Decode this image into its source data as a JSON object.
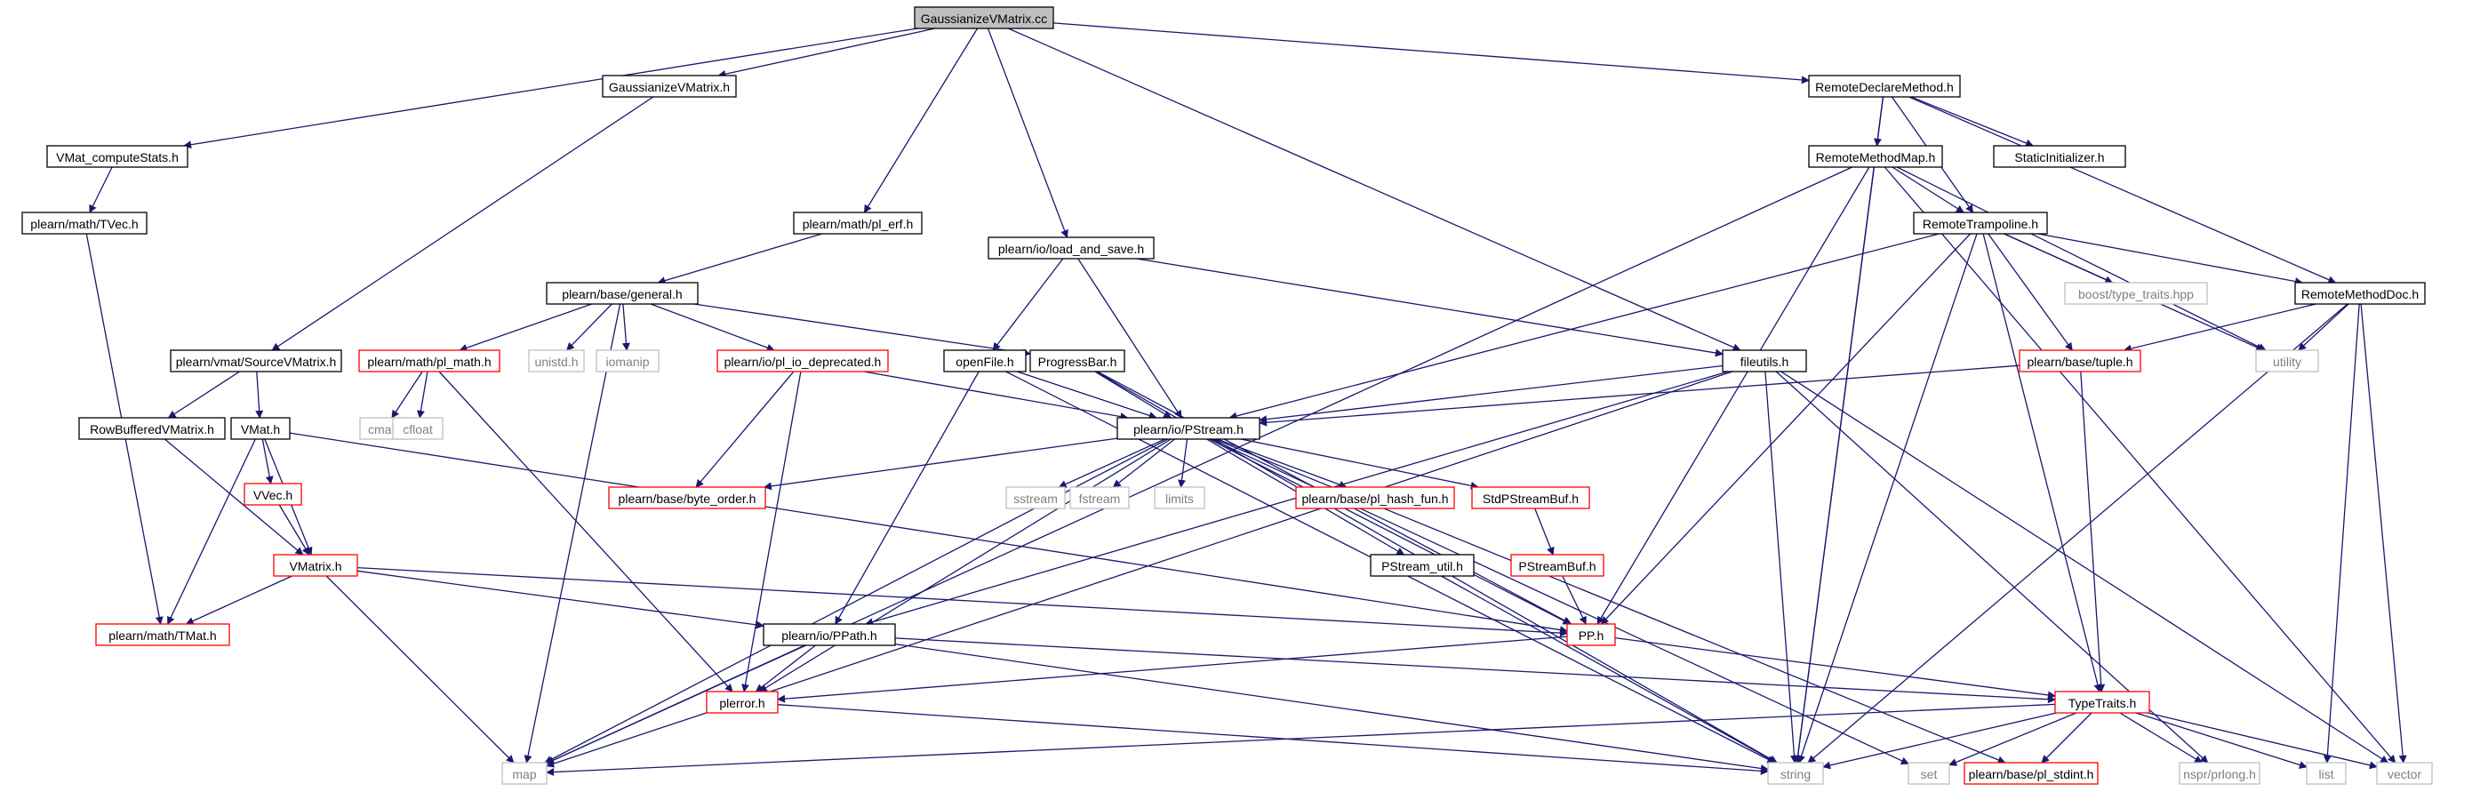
{
  "title": "GaussianizeVMatrix.cc",
  "colors": {
    "edge": "#191970",
    "root_fill": "#bfbfbf",
    "normal_border": "#000000",
    "missing_border": "#ff0000",
    "external_border": "#bfbfbf",
    "external_text": "#7f7f7f"
  },
  "nodes": [
    {
      "id": "n_root",
      "label": "GaussianizeVMatrix.cc",
      "kind": "root"
    },
    {
      "id": "n_gvm_h",
      "label": "GaussianizeVMatrix.h",
      "kind": "normal"
    },
    {
      "id": "n_rdm",
      "label": "RemoteDeclareMethod.h",
      "kind": "normal"
    },
    {
      "id": "n_vmcs",
      "label": "VMat_computeStats.h",
      "kind": "normal"
    },
    {
      "id": "n_tvec",
      "label": "plearn/math/TVec.h",
      "kind": "normal"
    },
    {
      "id": "n_plerf",
      "label": "plearn/math/pl_erf.h",
      "kind": "normal"
    },
    {
      "id": "n_general",
      "label": "plearn/base/general.h",
      "kind": "normal"
    },
    {
      "id": "n_loadsave",
      "label": "plearn/io/load_and_save.h",
      "kind": "normal"
    },
    {
      "id": "n_rmm",
      "label": "RemoteMethodMap.h",
      "kind": "normal"
    },
    {
      "id": "n_si",
      "label": "StaticInitializer.h",
      "kind": "normal"
    },
    {
      "id": "n_rt",
      "label": "RemoteTrampoline.h",
      "kind": "normal"
    },
    {
      "id": "n_boost",
      "label": "boost/type_traits.hpp",
      "kind": "ext"
    },
    {
      "id": "n_rmd",
      "label": "RemoteMethodDoc.h",
      "kind": "normal"
    },
    {
      "id": "n_svm",
      "label": "plearn/vmat/SourceVMatrix.h",
      "kind": "normal"
    },
    {
      "id": "n_plmath",
      "label": "plearn/math/pl_math.h",
      "kind": "missing"
    },
    {
      "id": "n_unistd",
      "label": "unistd.h",
      "kind": "ext"
    },
    {
      "id": "n_iomanip",
      "label": "iomanip",
      "kind": "ext"
    },
    {
      "id": "n_pliodep",
      "label": "plearn/io/pl_io_deprecated.h",
      "kind": "missing"
    },
    {
      "id": "n_progress",
      "label": "ProgressBar.h",
      "kind": "normal"
    },
    {
      "id": "n_openfile",
      "label": "openFile.h",
      "kind": "normal"
    },
    {
      "id": "n_fileutils",
      "label": "fileutils.h",
      "kind": "normal"
    },
    {
      "id": "n_tuple",
      "label": "plearn/base/tuple.h",
      "kind": "missing"
    },
    {
      "id": "n_utility",
      "label": "utility",
      "kind": "ext"
    },
    {
      "id": "n_rbvm",
      "label": "RowBufferedVMatrix.h",
      "kind": "normal"
    },
    {
      "id": "n_vmat",
      "label": "VMat.h",
      "kind": "normal"
    },
    {
      "id": "n_cmath",
      "label": "cmath",
      "kind": "ext"
    },
    {
      "id": "n_cfloat",
      "label": "cfloat",
      "kind": "ext"
    },
    {
      "id": "n_pstream",
      "label": "plearn/io/PStream.h",
      "kind": "normal"
    },
    {
      "id": "n_vvec",
      "label": "VVec.h",
      "kind": "missing"
    },
    {
      "id": "n_byteorder",
      "label": "plearn/base/byte_order.h",
      "kind": "missing"
    },
    {
      "id": "n_sstream",
      "label": "sstream",
      "kind": "ext"
    },
    {
      "id": "n_fstream",
      "label": "fstream",
      "kind": "ext"
    },
    {
      "id": "n_limits",
      "label": "limits",
      "kind": "ext"
    },
    {
      "id": "n_hashfun",
      "label": "plearn/base/pl_hash_fun.h",
      "kind": "missing"
    },
    {
      "id": "n_stdpsb",
      "label": "StdPStreamBuf.h",
      "kind": "missing"
    },
    {
      "id": "n_psutil",
      "label": "PStream_util.h",
      "kind": "normal"
    },
    {
      "id": "n_psb",
      "label": "PStreamBuf.h",
      "kind": "missing"
    },
    {
      "id": "n_vmatrix",
      "label": "VMatrix.h",
      "kind": "missing"
    },
    {
      "id": "n_tmat",
      "label": "plearn/math/TMat.h",
      "kind": "missing"
    },
    {
      "id": "n_ppath",
      "label": "plearn/io/PPath.h",
      "kind": "normal"
    },
    {
      "id": "n_pp",
      "label": "PP.h",
      "kind": "missing"
    },
    {
      "id": "n_plerror",
      "label": "plerror.h",
      "kind": "missing"
    },
    {
      "id": "n_typetraits",
      "label": "TypeTraits.h",
      "kind": "missing"
    },
    {
      "id": "n_map",
      "label": "map",
      "kind": "ext"
    },
    {
      "id": "n_string",
      "label": "string",
      "kind": "ext"
    },
    {
      "id": "n_set",
      "label": "set",
      "kind": "ext"
    },
    {
      "id": "n_stdint",
      "label": "plearn/base/pl_stdint.h",
      "kind": "missing"
    },
    {
      "id": "n_prlong",
      "label": "nspr/prlong.h",
      "kind": "ext"
    },
    {
      "id": "n_list",
      "label": "list",
      "kind": "ext"
    },
    {
      "id": "n_vector",
      "label": "vector",
      "kind": "ext"
    }
  ],
  "edges": [
    [
      "n_root",
      "n_gvm_h"
    ],
    [
      "n_root",
      "n_rdm"
    ],
    [
      "n_root",
      "n_vmcs"
    ],
    [
      "n_root",
      "n_plerf"
    ],
    [
      "n_root",
      "n_loadsave"
    ],
    [
      "n_root",
      "n_fileutils"
    ],
    [
      "n_gvm_h",
      "n_svm"
    ],
    [
      "n_vmcs",
      "n_tvec"
    ],
    [
      "n_tvec",
      "n_tmat"
    ],
    [
      "n_plerf",
      "n_general"
    ],
    [
      "n_general",
      "n_map"
    ],
    [
      "n_general",
      "n_plmath"
    ],
    [
      "n_general",
      "n_unistd"
    ],
    [
      "n_general",
      "n_iomanip"
    ],
    [
      "n_general",
      "n_pliodep"
    ],
    [
      "n_general",
      "n_progress"
    ],
    [
      "n_loadsave",
      "n_openfile"
    ],
    [
      "n_loadsave",
      "n_pstream"
    ],
    [
      "n_loadsave",
      "n_fileutils"
    ],
    [
      "n_rdm",
      "n_rmm"
    ],
    [
      "n_rdm",
      "n_si"
    ],
    [
      "n_rdm",
      "n_rt"
    ],
    [
      "n_rdm",
      "n_rmd"
    ],
    [
      "n_rdm",
      "n_string"
    ],
    [
      "n_rmm",
      "n_map"
    ],
    [
      "n_rmm",
      "n_rt"
    ],
    [
      "n_rmm",
      "n_pp"
    ],
    [
      "n_rmm",
      "n_string"
    ],
    [
      "n_rmm",
      "n_utility"
    ],
    [
      "n_rmm",
      "n_vector"
    ],
    [
      "n_rt",
      "n_boost"
    ],
    [
      "n_rt",
      "n_rmd"
    ],
    [
      "n_rt",
      "n_tuple"
    ],
    [
      "n_rt",
      "n_pstream"
    ],
    [
      "n_rt",
      "n_pp"
    ],
    [
      "n_rt",
      "n_string"
    ],
    [
      "n_rt",
      "n_typetraits"
    ],
    [
      "n_rt",
      "n_utility"
    ],
    [
      "n_rmd",
      "n_tuple"
    ],
    [
      "n_rmd",
      "n_utility"
    ],
    [
      "n_rmd",
      "n_string"
    ],
    [
      "n_rmd",
      "n_list"
    ],
    [
      "n_rmd",
      "n_vector"
    ],
    [
      "n_svm",
      "n_rbvm"
    ],
    [
      "n_svm",
      "n_vmat"
    ],
    [
      "n_rbvm",
      "n_vmatrix"
    ],
    [
      "n_vmat",
      "n_vvec"
    ],
    [
      "n_vmat",
      "n_vmatrix"
    ],
    [
      "n_vmat",
      "n_tmat"
    ],
    [
      "n_vmat",
      "n_pp"
    ],
    [
      "n_vvec",
      "n_vmatrix"
    ],
    [
      "n_plmath",
      "n_cmath"
    ],
    [
      "n_plmath",
      "n_cfloat"
    ],
    [
      "n_plmath",
      "n_plerror"
    ],
    [
      "n_pliodep",
      "n_pstream"
    ],
    [
      "n_pliodep",
      "n_byteorder"
    ],
    [
      "n_pliodep",
      "n_plerror"
    ],
    [
      "n_progress",
      "n_pstream"
    ],
    [
      "n_progress",
      "n_pp"
    ],
    [
      "n_progress",
      "n_string"
    ],
    [
      "n_openfile",
      "n_pstream"
    ],
    [
      "n_openfile",
      "n_ppath"
    ],
    [
      "n_openfile",
      "n_string"
    ],
    [
      "n_fileutils",
      "n_pstream"
    ],
    [
      "n_fileutils",
      "n_ppath"
    ],
    [
      "n_fileutils",
      "n_string"
    ],
    [
      "n_fileutils",
      "n_map"
    ],
    [
      "n_fileutils",
      "n_vector"
    ],
    [
      "n_fileutils",
      "n_prlong"
    ],
    [
      "n_tuple",
      "n_pstream"
    ],
    [
      "n_tuple",
      "n_typetraits"
    ],
    [
      "n_pstream",
      "n_byteorder"
    ],
    [
      "n_pstream",
      "n_sstream"
    ],
    [
      "n_pstream",
      "n_fstream"
    ],
    [
      "n_pstream",
      "n_limits"
    ],
    [
      "n_pstream",
      "n_hashfun"
    ],
    [
      "n_pstream",
      "n_stdpsb"
    ],
    [
      "n_pstream",
      "n_psutil"
    ],
    [
      "n_pstream",
      "n_pp"
    ],
    [
      "n_pstream",
      "n_map"
    ],
    [
      "n_pstream",
      "n_plerror"
    ],
    [
      "n_pstream",
      "n_set"
    ],
    [
      "n_pstream",
      "n_stdint"
    ],
    [
      "n_stdpsb",
      "n_psb"
    ],
    [
      "n_psb",
      "n_pp"
    ],
    [
      "n_psutil",
      "n_string"
    ],
    [
      "n_vmatrix",
      "n_tmat"
    ],
    [
      "n_vmatrix",
      "n_ppath"
    ],
    [
      "n_vmatrix",
      "n_pp"
    ],
    [
      "n_vmatrix",
      "n_map"
    ],
    [
      "n_ppath",
      "n_plerror"
    ],
    [
      "n_ppath",
      "n_typetraits"
    ],
    [
      "n_ppath",
      "n_map"
    ],
    [
      "n_ppath",
      "n_string"
    ],
    [
      "n_pp",
      "n_plerror"
    ],
    [
      "n_pp",
      "n_typetraits"
    ],
    [
      "n_plerror",
      "n_string"
    ],
    [
      "n_typetraits",
      "n_map"
    ],
    [
      "n_typetraits",
      "n_string"
    ],
    [
      "n_typetraits",
      "n_set"
    ],
    [
      "n_typetraits",
      "n_stdint"
    ],
    [
      "n_typetraits",
      "n_prlong"
    ],
    [
      "n_typetraits",
      "n_list"
    ],
    [
      "n_typetraits",
      "n_vector"
    ]
  ]
}
